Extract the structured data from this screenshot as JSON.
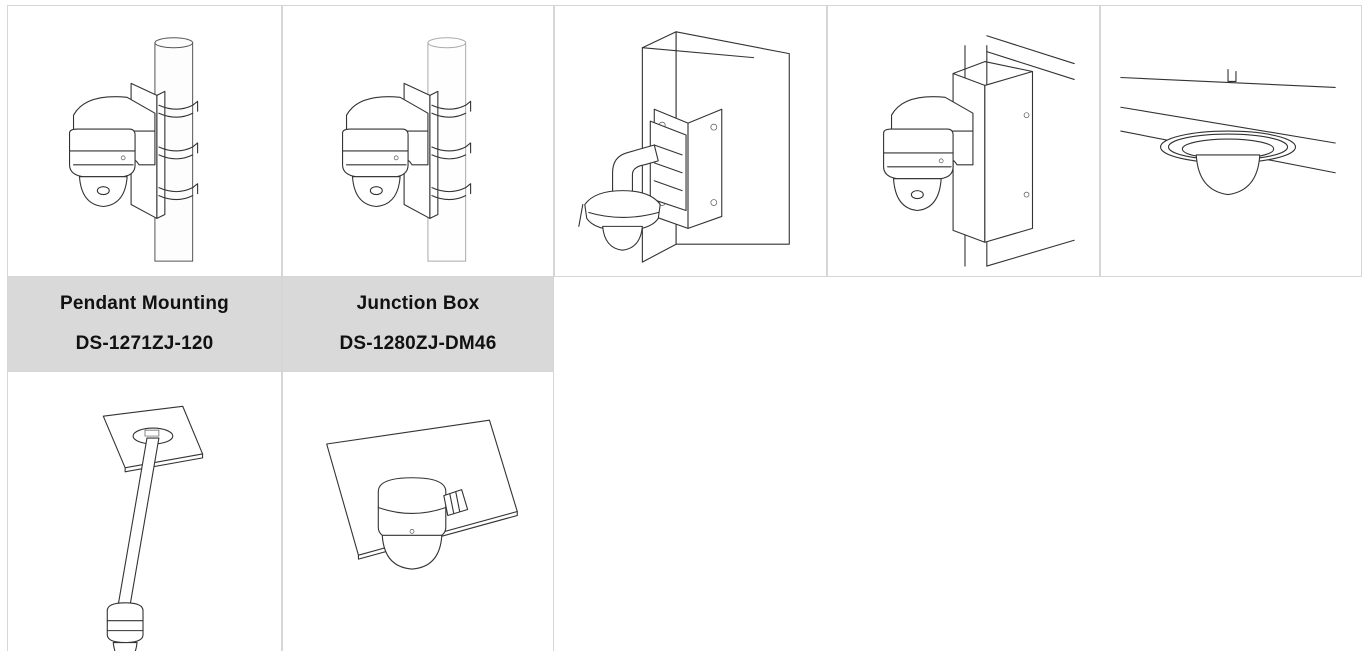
{
  "accessories": [
    {
      "name": "",
      "model": "",
      "icon": "pole-mount-bracket-icon"
    },
    {
      "name": "",
      "model": "",
      "icon": "pole-mount-bracket-light-icon"
    },
    {
      "name": "",
      "model": "",
      "icon": "corner-mount-pendant-icon"
    },
    {
      "name": "",
      "model": "",
      "icon": "corner-mount-bracket-icon"
    },
    {
      "name": "",
      "model": "",
      "icon": "in-ceiling-mount-icon"
    },
    {
      "name": "Pendant Mounting",
      "model": "DS-1271ZJ-120",
      "icon": "pendant-mount-icon"
    },
    {
      "name": "Junction Box",
      "model": "DS-1280ZJ-DM46",
      "icon": "junction-box-icon"
    }
  ],
  "colors": {
    "label_background": "#d9d9d9",
    "border": "#d6d6d6",
    "line_art": "#333333"
  }
}
